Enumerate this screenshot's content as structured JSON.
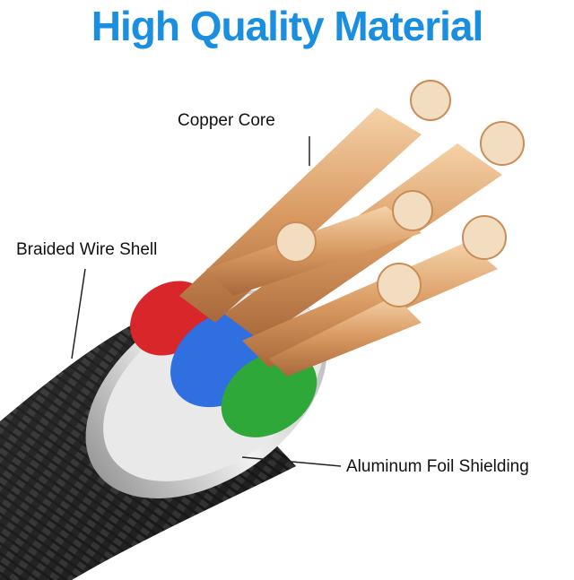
{
  "title": "High Quality Material",
  "callouts": {
    "copper_core": "Copper Core",
    "braided_shell": "Braided Wire Shell",
    "foil_shielding": "Aluminum Foil Shielding"
  },
  "colors": {
    "title": "#1a8fe0",
    "copper": "#d9a06a",
    "red_insulation": "#d8262a",
    "blue_insulation": "#2f6fe0",
    "green_insulation": "#2fa83a",
    "braid": "#2a2a2a",
    "foil": "#d8d8d8"
  }
}
